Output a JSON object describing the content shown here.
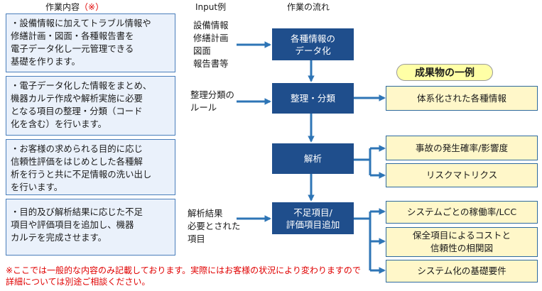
{
  "headers": {
    "task": "作業内容",
    "task_mark": "（※）",
    "input": "Input例",
    "flow": "作業の流れ"
  },
  "tasks": [
    [
      "・設備情報に加えてトラブル情報や",
      "  修繕計画・図面・各種報告書を",
      "  電子データ化し一元管理できる",
      "  基礎を作ります。"
    ],
    [
      "・電子データ化した情報をまとめ、",
      "  機器カルテ作成や解析実施に必要",
      "  となる項目の整理・分類（コード",
      "  化を含む）を行います。"
    ],
    [
      "・お客様の求められる目的に応じ",
      "  信頼性評価をはじめとした各種解",
      "  析を行うと共に不足情報の洗い出し",
      "  を行います。"
    ],
    [
      "・目的及び解析結果に応じた不足",
      "  項目や評価項目を追加し、機器",
      "  カルテを完成させます。"
    ]
  ],
  "inputs": [
    [
      "設備情報",
      "修繕計画",
      "図面",
      "報告書等"
    ],
    [
      "整理分類の",
      "ルール"
    ],
    [
      "解析結果",
      "必要とされた",
      "項目"
    ]
  ],
  "steps": [
    [
      "各種情報の",
      "データ化"
    ],
    [
      "整理・分類"
    ],
    [
      "解析"
    ],
    [
      "不足項目/",
      "評価項目追加"
    ]
  ],
  "results_title": "成果物の一例",
  "results": [
    [
      "体系化された各種情報"
    ],
    [
      "事故の発生確率/影響度"
    ],
    [
      "リスクマトリクス"
    ],
    [
      "システムごとの稼働率/LCC"
    ],
    [
      "保全項目によるコストと",
      "信頼性の相関図"
    ],
    [
      "システム化の基礎要件"
    ]
  ],
  "note": [
    "※ここでは一般的な内容のみ記載しております。実際にはお客様の状況により変わりますので",
    "詳細については別途ご相談ください。"
  ],
  "colors": {
    "step_fill": "#1f4e8c",
    "arrow": "#2e75b6",
    "task_fill": "#eaf1fb",
    "result_fill": "#fff7c9",
    "pill_fill": "#ffffa6",
    "note": "#e00000"
  }
}
